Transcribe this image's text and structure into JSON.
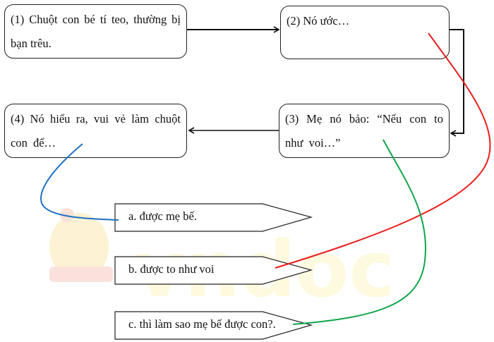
{
  "diagram": {
    "story_boxes": [
      {
        "id": 1,
        "text": "(1) Chuột con bé tí teo, thường bị bạn trêu."
      },
      {
        "id": 2,
        "text": "(2) Nó ước…"
      },
      {
        "id": 3,
        "text": "(3) Mẹ nó bảo: “Nếu con to như voi…”"
      },
      {
        "id": 4,
        "text": "(4) Nó hiểu ra, vui vẻ làm chuột con để…"
      }
    ],
    "answer_boxes": [
      {
        "id": "a",
        "text": "a. được mẹ bế."
      },
      {
        "id": "b",
        "text": "b. được to như voi"
      },
      {
        "id": "c",
        "text": "c. thì làm sao mẹ bế được con?."
      }
    ],
    "flow": [
      "1 → 2",
      "2 → 3",
      "3 → 4"
    ],
    "matches": [
      {
        "from": 2,
        "to": "b",
        "color": "#ee1c1c"
      },
      {
        "from": 3,
        "to": "c",
        "color": "#10a64a"
      },
      {
        "from": 4,
        "to": "a",
        "color": "#1f6fc4"
      }
    ],
    "watermark": {
      "text": "vndoc",
      "color": "#fdf5c8"
    }
  }
}
